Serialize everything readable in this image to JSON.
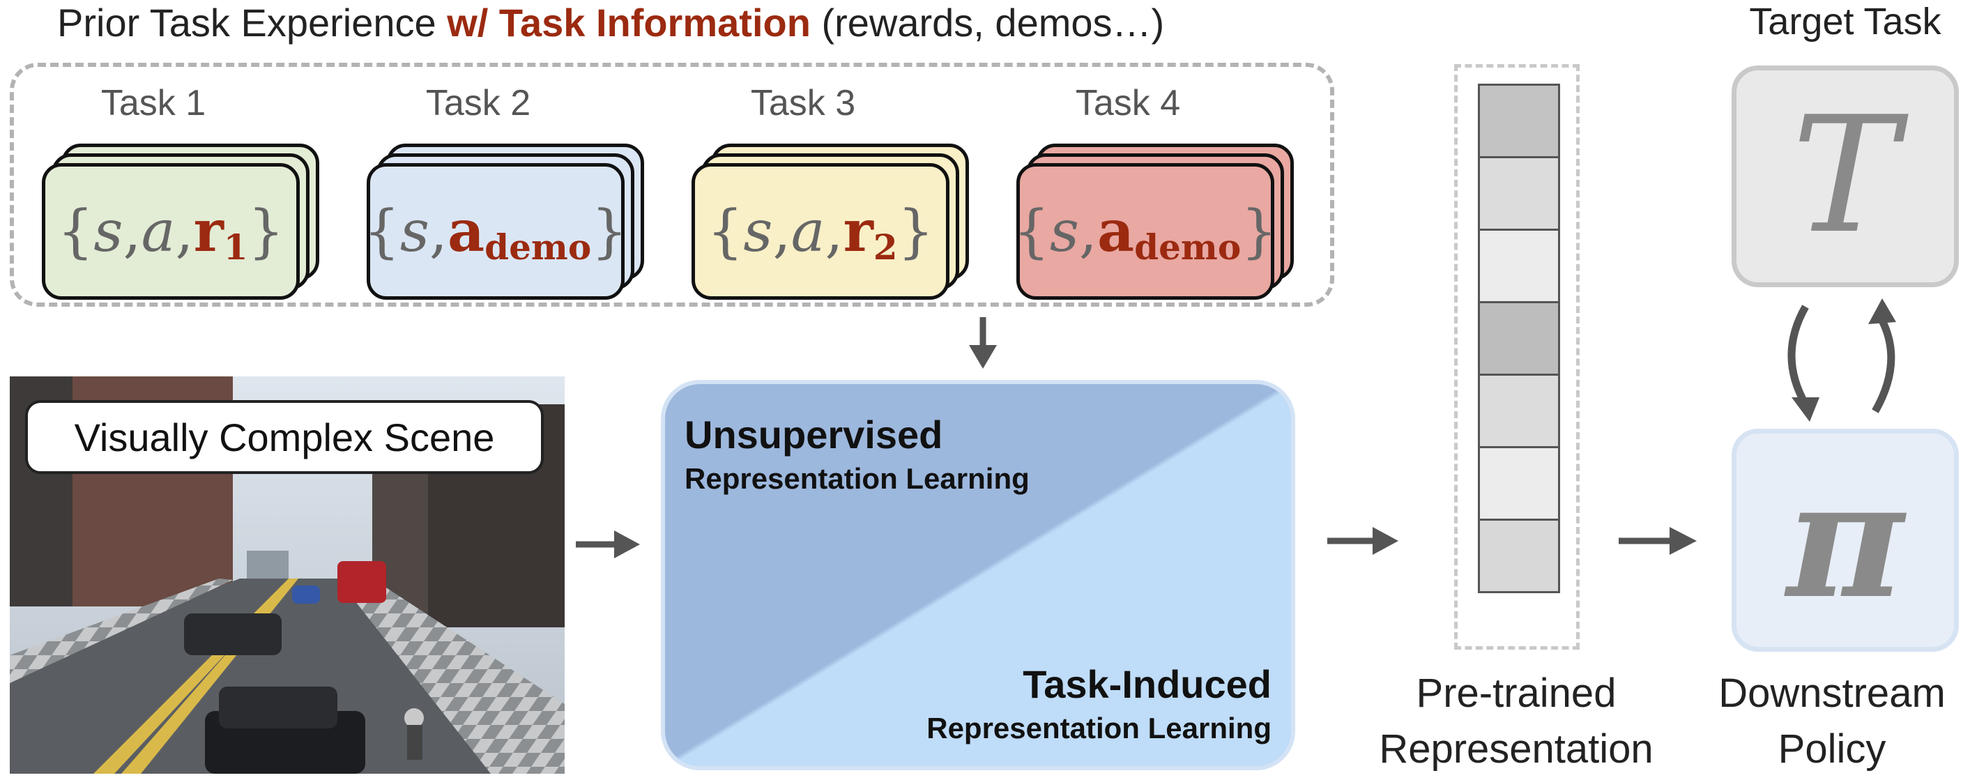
{
  "header": {
    "prefix": "Prior Task Experience ",
    "highlight": "w/ Task Information",
    "suffix": " (rewards, demos…)"
  },
  "tasks": [
    {
      "label": "Task 1",
      "color": "#e3ecd5",
      "parts": [
        "s",
        "a"
      ],
      "bold": "r",
      "sub": "1"
    },
    {
      "label": "Task 2",
      "color": "#dbe6f4",
      "parts": [
        "s"
      ],
      "bold": "a",
      "sub": "demo"
    },
    {
      "label": "Task 3",
      "color": "#f9f0c8",
      "parts": [
        "s",
        "a"
      ],
      "bold": "r",
      "sub": "2"
    },
    {
      "label": "Task 4",
      "color": "#e9a8a2",
      "parts": [
        "s"
      ],
      "bold": "a",
      "sub": "demo"
    }
  ],
  "scene": {
    "label": "Visually Complex Scene"
  },
  "learning": {
    "unsupervised_title": "Unsupervised",
    "unsupervised_sub": "Representation Learning",
    "task_induced_title": "Task-Induced",
    "task_induced_sub": "Representation Learning"
  },
  "representation": {
    "caption_line1": "Pre-trained",
    "caption_line2": "Representation",
    "cell_shades": [
      "#c3c3c3",
      "#dcdcdc",
      "#ececec",
      "#bdbdbd",
      "#dcdcdc",
      "#ececec",
      "#d8d8d8"
    ]
  },
  "target": {
    "title": "Target Task",
    "symbol": "T"
  },
  "policy": {
    "symbol": "π",
    "caption_line1": "Downstream",
    "caption_line2": "Policy"
  }
}
